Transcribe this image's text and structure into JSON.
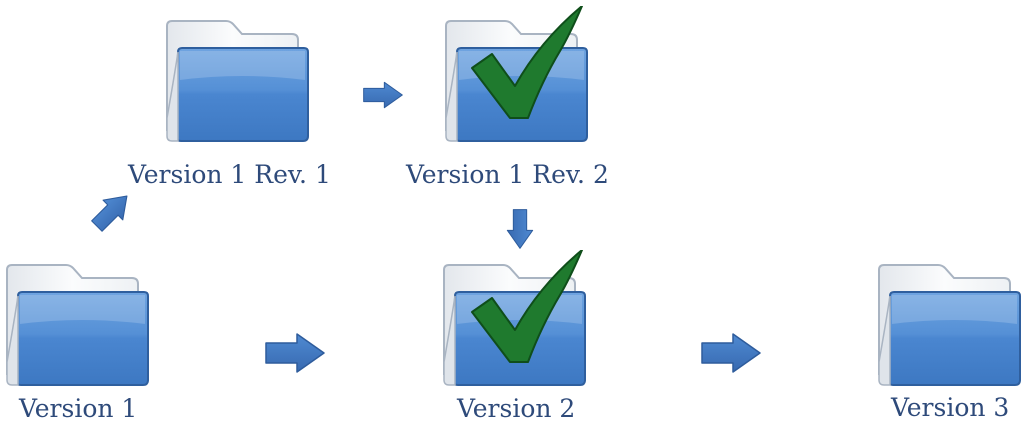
{
  "nodes": {
    "v1r1": {
      "label": "Version 1 Rev. 1",
      "approved": false
    },
    "v1r2": {
      "label": "Version 1 Rev. 2",
      "approved": true
    },
    "v1": {
      "label": "Version 1",
      "approved": false
    },
    "v2": {
      "label": "Version 2",
      "approved": true
    },
    "v3": {
      "label": "Version 3",
      "approved": false
    }
  },
  "edges": [
    {
      "from": "v1",
      "to": "v1r1"
    },
    {
      "from": "v1r1",
      "to": "v1r2"
    },
    {
      "from": "v1r2",
      "to": "v2"
    },
    {
      "from": "v1",
      "to": "v2"
    },
    {
      "from": "v2",
      "to": "v3"
    }
  ],
  "colors": {
    "folder_front": "#4a86d0",
    "folder_back": "#f4f6f8",
    "arrow": "#3f78c4",
    "checkmark": "#1f7a2e",
    "label": "#2e4a7a"
  },
  "icons": {
    "folder": "folder-icon",
    "check": "checkmark-icon",
    "arrow": "arrow-icon"
  }
}
